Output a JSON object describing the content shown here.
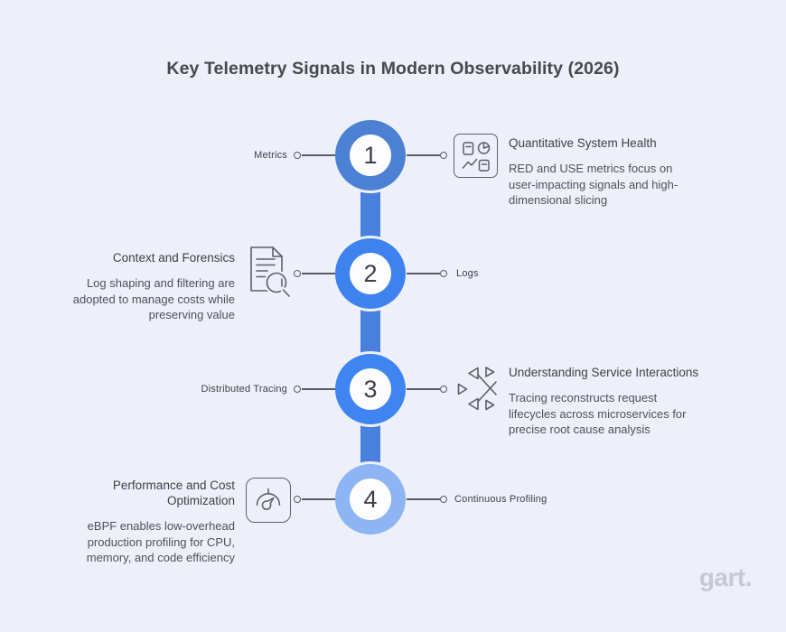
{
  "title": "Key Telemetry Signals in Modern Observability (2026)",
  "brand": {
    "logo_text": "gart."
  },
  "colors": {
    "background": "#edeff9",
    "timeline_bar": "#4a80dd",
    "ring_1": "#4c80d3",
    "ring_2": "#3e82ee",
    "ring_3": "#3e85f1",
    "ring_4": "#8db4f3",
    "connector_gray": "#585c64",
    "icon_stroke": "#5a6069",
    "logo_gray": "#c6c9d3"
  },
  "items": [
    {
      "number": "1",
      "signal_label": "Metrics",
      "icon": "dashboard-charts-icon",
      "heading": "Quantitative System Health",
      "description": "RED and USE metrics focus on\nuser-impacting signals and high-\ndimensional slicing"
    },
    {
      "number": "2",
      "signal_label": "Logs",
      "icon": "log-document-search-icon",
      "heading": "Context and Forensics",
      "description": "Log shaping and filtering are\nadopted to manage costs while\npreserving value"
    },
    {
      "number": "3",
      "signal_label": "Distributed Tracing",
      "icon": "trace-network-icon",
      "heading": "Understanding Service Interactions",
      "description": "Tracing reconstructs request\nlifecycles across microservices for\nprecise root cause analysis"
    },
    {
      "number": "4",
      "signal_label": "Continuous Profiling",
      "icon": "gauge-icon",
      "heading": "Performance and Cost\nOptimization",
      "description": "eBPF enables low-overhead\nproduction profiling for CPU,\nmemory, and code efficiency"
    }
  ]
}
